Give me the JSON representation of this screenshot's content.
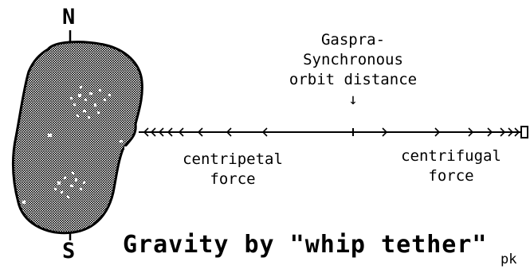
{
  "diagram": {
    "north_label": "N",
    "south_label": "S",
    "sync_label_line1": "Gaspra-",
    "sync_label_line2": "Synchronous",
    "sync_label_line3": "orbit distance",
    "sync_arrow": "↓",
    "centripetal_line1": "centripetal",
    "centripetal_line2": "force",
    "centrifugal_line1": "centrifugal",
    "centrifugal_line2": "force",
    "title": "Gravity by \"whip tether\"",
    "signature": "pk"
  }
}
